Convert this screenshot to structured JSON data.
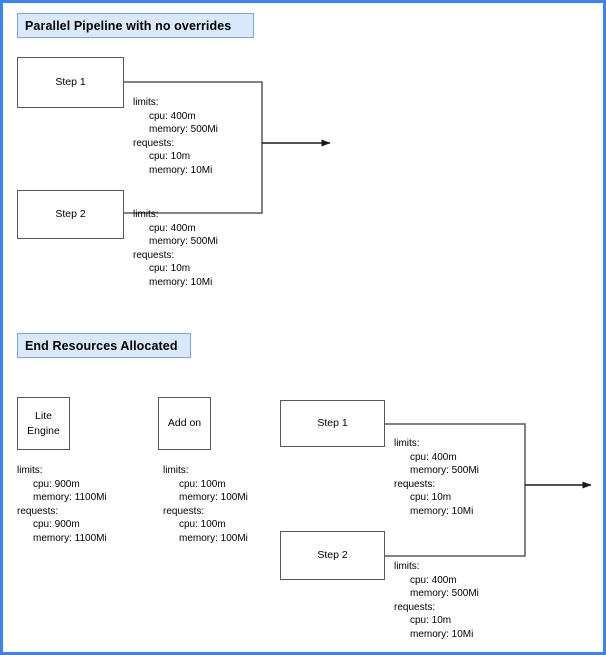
{
  "frame": {
    "border_color": "#3b82f6"
  },
  "palette": {
    "badge_fill": "#dae8fc",
    "badge_border": "#7ea6d9",
    "box_border": "#59595b",
    "wire": "#59595b",
    "text": "#000000"
  },
  "sections": [
    {
      "id": "parallel-pipeline",
      "title": "Parallel Pipeline with no overrides"
    },
    {
      "id": "end-resources",
      "title": "End Resources Allocated"
    }
  ],
  "nodes": {
    "top_step_1": {
      "label": "Step 1"
    },
    "top_step_2": {
      "label": "Step 2"
    },
    "lite_engine": {
      "line1": "Lite",
      "line2": "Engine"
    },
    "add_on": {
      "label": "Add on"
    },
    "bottom_step_1": {
      "label": "Step 1"
    },
    "bottom_step_2": {
      "label": "Step 2"
    }
  },
  "resources": {
    "top_step_1": {
      "limits_header": "limits:",
      "limits_cpu": "cpu: 400m",
      "limits_memory": "memory: 500Mi",
      "requests_header": "requests:",
      "requests_cpu": "cpu: 10m",
      "requests_memory": "memory: 10Mi"
    },
    "top_step_2": {
      "limits_header": "limits:",
      "limits_cpu": "cpu: 400m",
      "limits_memory": "memory: 500Mi",
      "requests_header": "requests:",
      "requests_cpu": "cpu: 10m",
      "requests_memory": "memory: 10Mi"
    },
    "lite_engine": {
      "limits_header": "limits:",
      "limits_cpu": "cpu: 900m",
      "limits_memory": "memory: 1100Mi",
      "requests_header": "requests:",
      "requests_cpu": "cpu: 900m",
      "requests_memory": "memory: 1100Mi"
    },
    "add_on": {
      "limits_header": "limits:",
      "limits_cpu": "cpu: 100m",
      "limits_memory": "memory: 100Mi",
      "requests_header": "requests:",
      "requests_cpu": "cpu: 100m",
      "requests_memory": "memory: 100Mi"
    },
    "bottom_step_1": {
      "limits_header": "limits:",
      "limits_cpu": "cpu: 400m",
      "limits_memory": "memory: 500Mi",
      "requests_header": "requests:",
      "requests_cpu": "cpu: 10m",
      "requests_memory": "memory: 10Mi"
    },
    "bottom_step_2": {
      "limits_header": "limits:",
      "limits_cpu": "cpu: 400m",
      "limits_memory": "memory: 500Mi",
      "requests_header": "requests:",
      "requests_cpu": "cpu: 10m",
      "requests_memory": "memory: 10Mi"
    }
  }
}
